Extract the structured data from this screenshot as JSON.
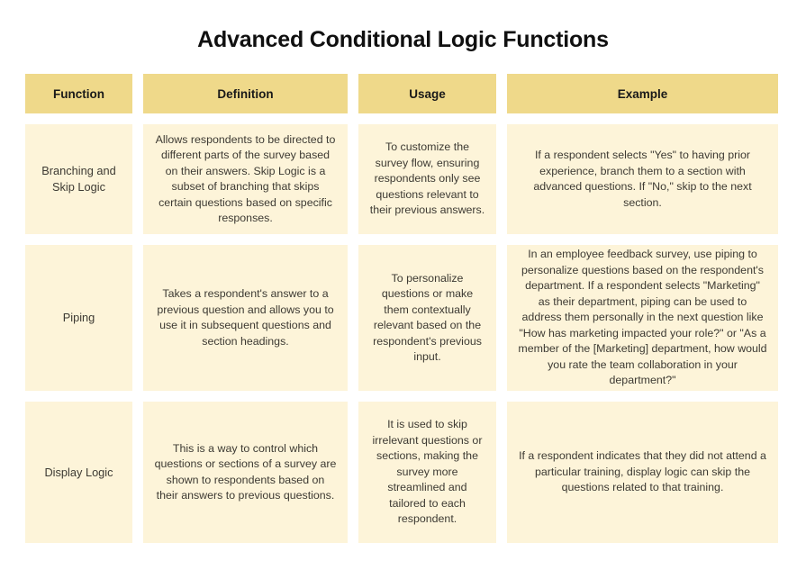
{
  "title": "Advanced Conditional Logic Functions",
  "table": {
    "columns": [
      {
        "key": "function",
        "label": "Function"
      },
      {
        "key": "definition",
        "label": "Definition"
      },
      {
        "key": "usage",
        "label": "Usage"
      },
      {
        "key": "example",
        "label": "Example"
      }
    ],
    "rows": [
      {
        "function": "Branching and Skip Logic",
        "definition": "Allows respondents to be directed to different parts of the survey based on their answers. Skip Logic is a subset of branching that skips certain questions based on specific responses.",
        "usage": "To customize the survey flow, ensuring respondents only see questions relevant to their previous answers.",
        "example": "If a respondent selects \"Yes\" to having prior experience, branch them to a section with advanced questions. If \"No,\" skip to the next section."
      },
      {
        "function": "Piping",
        "definition": "Takes a respondent's answer to a previous question and allows you to use it in subsequent questions and section headings.",
        "usage": "To personalize questions or make them contextually relevant based on the respondent's previous input.",
        "example": "In an employee feedback survey, use piping to personalize questions based on the respondent's department. If a respondent selects \"Marketing\" as their department, piping can be used to address them personally in the next question like \"How has marketing impacted your role?\" or \"As a member of the [Marketing] department, how would you rate the team collaboration in your department?\""
      },
      {
        "function": "Display Logic",
        "definition": "This is a way to control which questions or sections of a survey are shown to respondents based on their answers to previous questions.",
        "usage": "It is used to skip irrelevant questions or sections, making the survey more streamlined and tailored to each respondent.",
        "example": "If a respondent indicates that they did not attend a particular training, display logic can skip the questions related to that training."
      }
    ]
  },
  "colors": {
    "header_background": "#efd98a",
    "cell_background": "#fdf4d9",
    "page_background": "#ffffff",
    "title_text": "#101010",
    "body_text": "#3d3a33"
  }
}
